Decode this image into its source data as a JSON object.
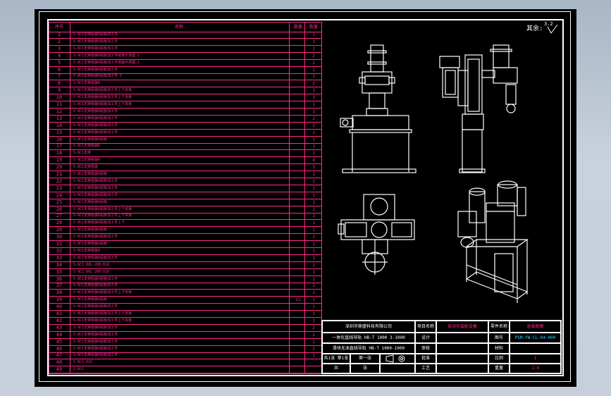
{
  "drawing": {
    "roughness_label": "其余:",
    "roughness_value": "3.2"
  },
  "bom": {
    "headers": [
      "序号",
      "名称",
      "数量",
      "数量"
    ],
    "rows": [
      {
        "no": "1",
        "name": "S-8C1支架组装A铝板加工件",
        "qty": "",
        "q2": "1"
      },
      {
        "no": "2",
        "name": "S-8C1支架组装A铝板加工件",
        "qty": "",
        "q2": "1"
      },
      {
        "no": "3",
        "name": "S-8C1支架组装A铝板加工件",
        "qty": "",
        "q2": "1"
      },
      {
        "no": "4",
        "name": "S-8C1支架组装A铝板加工件组装示意图-1",
        "qty": "",
        "q2": "2"
      },
      {
        "no": "5",
        "name": "S-8C1支架组装A铝板加工件组装示意图-1",
        "qty": "",
        "q2": "2"
      },
      {
        "no": "6",
        "name": "S-8C1支架组装A铝板加工件",
        "qty": "",
        "q2": "1"
      },
      {
        "no": "7",
        "name": "S-8C1支架组装A铝板加工件-1",
        "qty": "",
        "q2": "1"
      },
      {
        "no": "8",
        "name": "S-8C1支架组装A",
        "qty": "",
        "q2": "2"
      },
      {
        "no": "9",
        "name": "S-8C1支架组装A铝板加工件上下夹板",
        "qty": "",
        "q2": "1"
      },
      {
        "no": "10",
        "name": "S-8C1支架组装A铝板加工件上下夹板",
        "qty": "",
        "q2": "1"
      },
      {
        "no": "11",
        "name": "S-8C1支架组装A铝板加工件上下夹板",
        "qty": "",
        "q2": "1"
      },
      {
        "no": "12",
        "name": "S-8C1支架组装A铝板加工件",
        "qty": "",
        "q2": "1"
      },
      {
        "no": "13",
        "name": "S-8C1支架组装A铝板加工件",
        "qty": "",
        "q2": "2"
      },
      {
        "no": "14",
        "name": "S-8C1支架组装A铝板加工件",
        "qty": "",
        "q2": "2"
      },
      {
        "no": "15",
        "name": "S-8C1支架组装A铝板加工件",
        "qty": "",
        "q2": "1"
      },
      {
        "no": "16",
        "name": "S-8C1支架组装A铝板",
        "qty": "",
        "q2": "1"
      },
      {
        "no": "17",
        "name": "S-8C1支架组装A",
        "qty": "",
        "q2": "1"
      },
      {
        "no": "18",
        "name": "S-8C1支架",
        "qty": "",
        "q2": "1"
      },
      {
        "no": "19",
        "name": "S-8C1支架组装A",
        "qty": "",
        "q2": "4"
      },
      {
        "no": "20",
        "name": "S-8C1支架组装",
        "qty": "",
        "q2": "3"
      },
      {
        "no": "21",
        "name": "S-8C1支架组装A铝板",
        "qty": "",
        "q2": "1"
      },
      {
        "no": "22",
        "name": "S-8C1支架组装A铝板加工件",
        "qty": "",
        "q2": "1"
      },
      {
        "no": "23",
        "name": "S-8C1支架组装A铝板加工件",
        "qty": "",
        "q2": "1"
      },
      {
        "no": "24",
        "name": "S-8C1支架组装A铝板加工件",
        "qty": "",
        "q2": "1"
      },
      {
        "no": "25",
        "name": "S-8C1支架组装A铝板",
        "qty": "",
        "q2": "1"
      },
      {
        "no": "26",
        "name": "S-8C1支架组装A铝板加工件上下夹板",
        "qty": "",
        "q2": "1"
      },
      {
        "no": "27",
        "name": "S-8C1支架组装A铝板加工件上下夹板",
        "qty": "",
        "q2": "1"
      },
      {
        "no": "28",
        "name": "S-8C1支架组装A铝板加工件上下",
        "qty": "",
        "q2": "1"
      },
      {
        "no": "29",
        "name": "S-8C1支架组装A铝板",
        "qty": "",
        "q2": "1"
      },
      {
        "no": "30",
        "name": "S-8C1支架组装A铝板加工件",
        "qty": "",
        "q2": "1"
      },
      {
        "no": "31",
        "name": "S-8C1支架组装A铝板",
        "qty": "",
        "q2": "1"
      },
      {
        "no": "32",
        "name": "S-8C1支架组装A",
        "qty": "",
        "q2": "1"
      },
      {
        "no": "33",
        "name": "S-8C1支架组装A铝板加工件",
        "qty": "",
        "q2": "1"
      },
      {
        "no": "34",
        "name": "S-8C1-80L-200-D16",
        "qty": "",
        "q2": "1"
      },
      {
        "no": "35",
        "name": "S-8C1-80L-200-D16",
        "qty": "",
        "q2": "1"
      },
      {
        "no": "36",
        "name": "S-8C1支架组装A铝板加工件",
        "qty": "",
        "q2": "1"
      },
      {
        "no": "37",
        "name": "S-8C1支架组装A铝板加工件",
        "qty": "",
        "q2": "2"
      },
      {
        "no": "38",
        "name": "S-8C1支架组装A铝板加工件上下夹板",
        "qty": "",
        "q2": "1"
      },
      {
        "no": "39",
        "name": "S-8C1支架组装A铝板",
        "qty": "11",
        "q2": "1"
      },
      {
        "no": "40",
        "name": "S-8C1支架组装A铝板加工件",
        "qty": "",
        "q2": "1"
      },
      {
        "no": "41",
        "name": "S-8C1支架组装A铝板加工件上下夹板",
        "qty": "",
        "q2": "1"
      },
      {
        "no": "42",
        "name": "S-8C1支架组装A铝板加工件上下夹板",
        "qty": "",
        "q2": "1"
      },
      {
        "no": "43",
        "name": "S-8C1支架组装A铝板加工件",
        "qty": "",
        "q2": "2"
      },
      {
        "no": "44",
        "name": "S-8C1支架组装A铝板加工件",
        "qty": "",
        "q2": "2"
      },
      {
        "no": "45",
        "name": "S-8C1支架组装A铝板加工件",
        "qty": "",
        "q2": "1"
      },
      {
        "no": "46",
        "name": "S-8C1支架组装A铝板加工件",
        "qty": "",
        "q2": "2"
      },
      {
        "no": "47",
        "name": "S-8C1支架组装A铝板加工件",
        "qty": "",
        "q2": "1"
      },
      {
        "no": "48",
        "name": "S-8C1-D16",
        "qty": "",
        "q2": ""
      },
      {
        "no": "49",
        "name": "S-8C1",
        "qty": "",
        "q2": ""
      }
    ]
  },
  "title_block": {
    "company": "深圳市鼎盛科技有限公司",
    "r2": "一体化直线导轨 HB-T 1000 3-1000",
    "r3": "滑块无油直线导轨 HB-T 1000-1000",
    "l_design": "设计",
    "l_review": "审核",
    "l_process": "工艺",
    "l_approve": "批准",
    "l_material": "材料",
    "l_scale": "比例",
    "l_weight": "重量",
    "l_sheet": "共1张 第1张",
    "proj_label": "项目名称",
    "proj_value": "自动化装配设备",
    "part_label": "零件名称",
    "part_value": "总装配图",
    "drawing_no_label": "图号",
    "drawing_no": "PSM-YW-CL-04-000",
    "scale_value": "1",
    "weight_value": "1:4",
    "page_a": "第一张",
    "page_b": "共",
    "page_c": "张"
  }
}
